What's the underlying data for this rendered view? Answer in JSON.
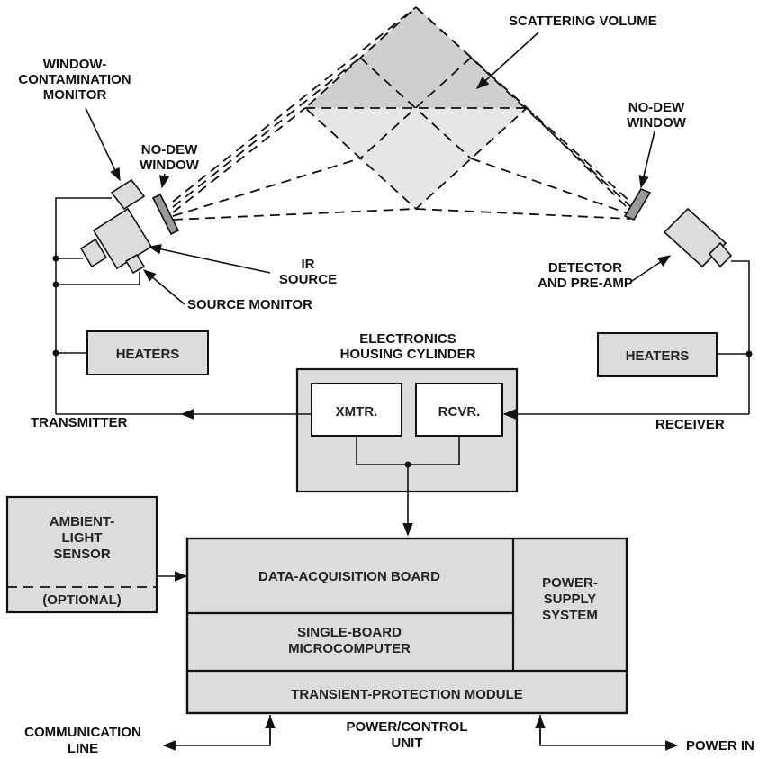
{
  "labels": {
    "scattering_volume": "SCATTERING VOLUME",
    "window_contamination": [
      "WINDOW-",
      "CONTAMINATION",
      "MONITOR"
    ],
    "no_dew_left": [
      "NO-DEW",
      "WINDOW"
    ],
    "no_dew_right": [
      "NO-DEW",
      "WINDOW"
    ],
    "ir_source": [
      "IR",
      "SOURCE"
    ],
    "source_monitor": "SOURCE MONITOR",
    "detector": [
      "DETECTOR",
      "AND PRE-AMP"
    ],
    "heaters_left": "HEATERS",
    "heaters_right": "HEATERS",
    "electronics_housing": [
      "ELECTRONICS",
      "HOUSING CYLINDER"
    ],
    "xmtr": "XMTR.",
    "rcvr": "RCVR.",
    "transmitter": "TRANSMITTER",
    "receiver": "RECEIVER",
    "ambient_light": [
      "AMBIENT-",
      "LIGHT",
      "SENSOR"
    ],
    "optional": "(OPTIONAL)",
    "data_acquisition": "DATA-ACQUISITION BOARD",
    "power_supply": [
      "POWER-",
      "SUPPLY",
      "SYSTEM"
    ],
    "single_board": [
      "SINGLE-BOARD",
      "MICROCOMPUTER"
    ],
    "transient_protection": "TRANSIENT-PROTECTION MODULE",
    "communication_line": [
      "COMMUNICATION",
      "LINE"
    ],
    "power_control_unit": [
      "POWER/CONTROL",
      "UNIT"
    ],
    "power_in": "POWER IN"
  },
  "colors": {
    "line": "#111111",
    "box_fill": "#dcdcdc",
    "background": "#ffffff"
  }
}
